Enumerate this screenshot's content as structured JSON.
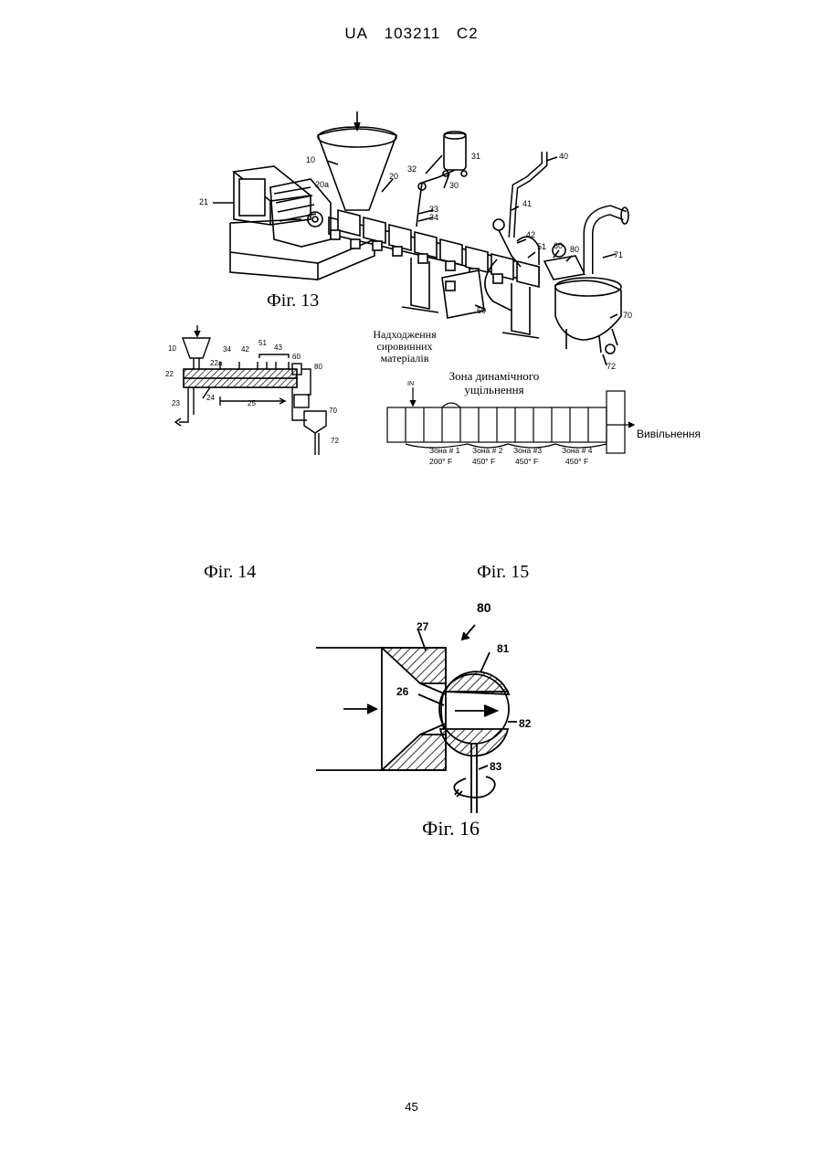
{
  "header": {
    "country": "UA",
    "number": "103211",
    "kind": "C2"
  },
  "page_number": "45",
  "figures": {
    "fig13": {
      "caption": "Фіг. 13",
      "labels": [
        "10",
        "20a",
        "20",
        "21",
        "30",
        "31",
        "32",
        "33",
        "34",
        "40",
        "41",
        "42",
        "50",
        "51",
        "60",
        "70",
        "71",
        "72",
        "80"
      ]
    },
    "fig14": {
      "caption": "Фіг. 14",
      "labels": [
        "10",
        "22",
        "22a",
        "34",
        "42",
        "51",
        "43",
        "60",
        "80",
        "23",
        "24",
        "25",
        "70",
        "72"
      ]
    },
    "fig15": {
      "caption": "Фіг. 15",
      "input_label": "Надходження сировинних матеріалів",
      "input_line1": "Надходження",
      "input_line2": "сировинних",
      "input_line3": "матеріалів",
      "zone_title_line1": "Зона динамічного",
      "zone_title_line2": "ущільнення",
      "in_label": "IN",
      "output_label": "Вивільнення",
      "zones": [
        {
          "name": "Зона # 1",
          "temp": "200° F"
        },
        {
          "name": "Зона # 2",
          "temp": "450° F"
        },
        {
          "name": "Зона #3",
          "temp": "450° F"
        },
        {
          "name": "Зона # 4",
          "temp": "450° F"
        }
      ]
    },
    "fig16": {
      "caption": "Фіг. 16",
      "labels": {
        "a": "80",
        "b": "27",
        "c": "81",
        "d": "26",
        "e": "82",
        "f": "83"
      }
    }
  }
}
